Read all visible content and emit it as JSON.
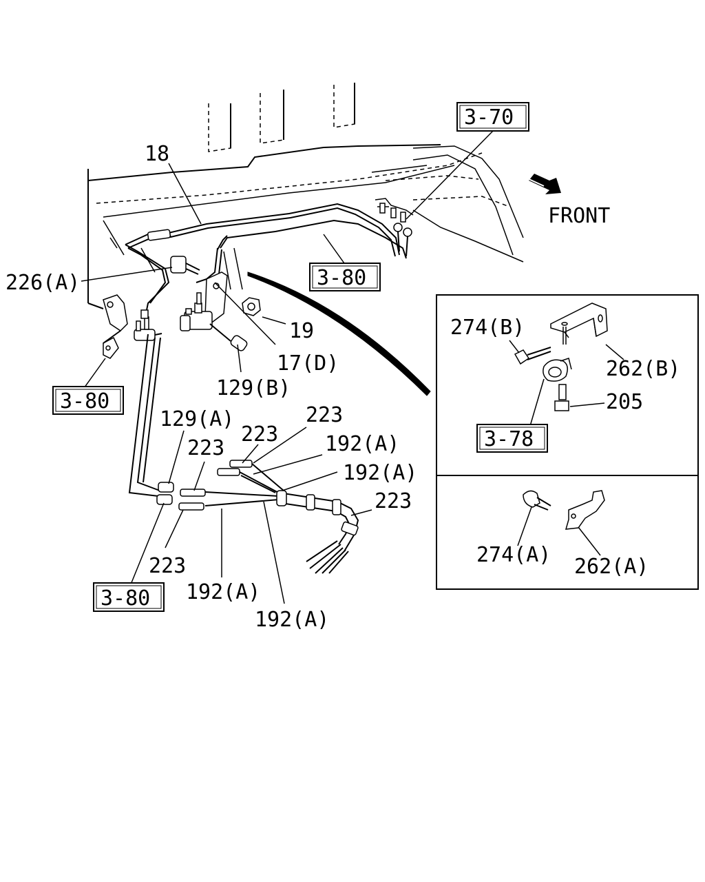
{
  "direction": {
    "label": "FRONT",
    "arrow_icon": "front-arrow-icon"
  },
  "part_labels": {
    "p18": "18",
    "p226a": "226(A)",
    "p19": "19",
    "p17d": "17(D)",
    "p129b": "129(B)",
    "p129a": "129(A)",
    "p223_1": "223",
    "p223_2": "223",
    "p223_3": "223",
    "p223_4": "223",
    "p223_5": "223",
    "p192a_1": "192(A)",
    "p192a_2": "192(A)",
    "p192a_3": "192(A)",
    "p192a_4": "192(A)",
    "p274b": "274(B)",
    "p262b": "262(B)",
    "p205": "205",
    "p274a": "274(A)",
    "p262a": "262(A)"
  },
  "reference_boxes": {
    "ref_3_70": "3-70",
    "ref_3_80_top": "3-80",
    "ref_3_80_left": "3-80",
    "ref_3_80_bottom": "3-80",
    "ref_3_78": "3-78"
  }
}
